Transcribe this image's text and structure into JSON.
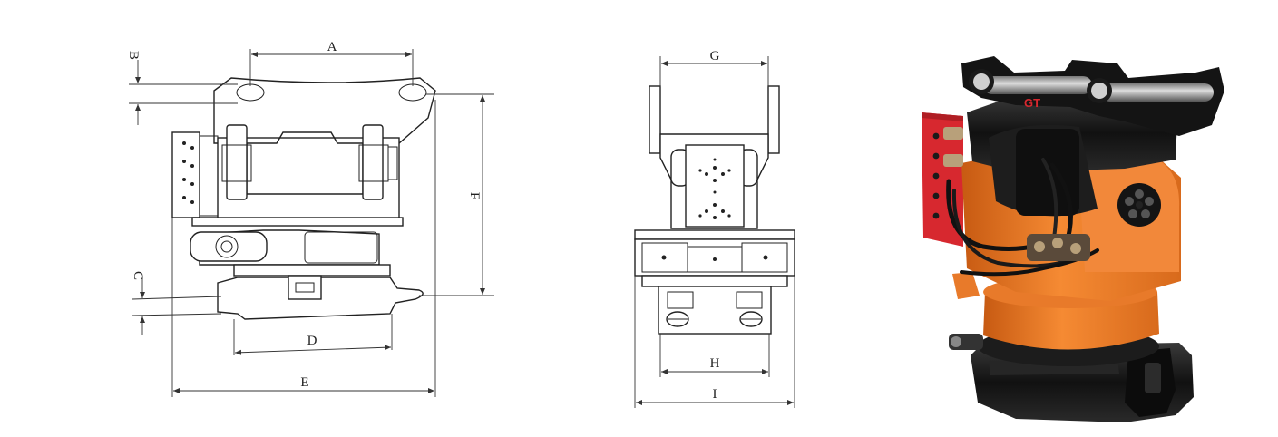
{
  "side_view": {
    "dimension_labels": {
      "a": "A",
      "b": "B",
      "c": "C",
      "d": "D",
      "e": "E",
      "f": "F"
    }
  },
  "front_view": {
    "dimension_labels": {
      "g": "G",
      "h": "H",
      "i": "I"
    }
  },
  "product_photo": {
    "logo_text": "GT",
    "colors": {
      "body_orange": "#f07a23",
      "steel_black": "#151515",
      "plate_red": "#d7282f"
    }
  }
}
